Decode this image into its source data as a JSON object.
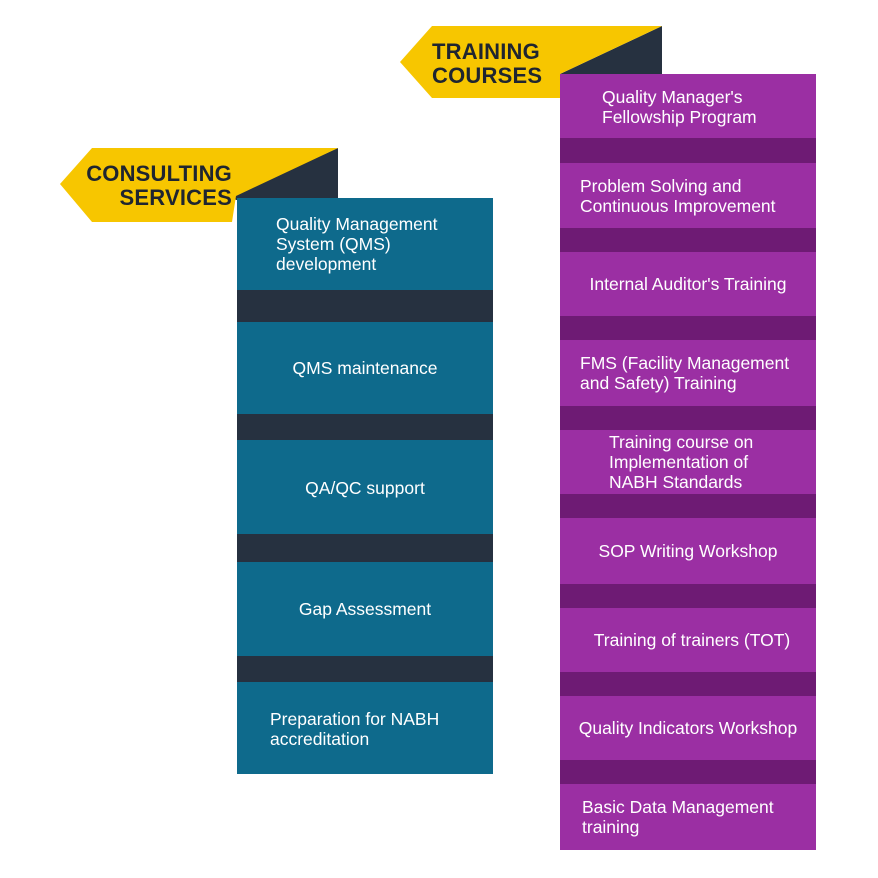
{
  "consulting": {
    "header": "CONSULTING\nSERVICES",
    "items": [
      "Quality Management\nSystem (QMS)\ndevelopment",
      "QMS maintenance",
      "QA/QC support",
      "Gap Assessment",
      "Preparation for NABH\naccreditation"
    ]
  },
  "training": {
    "header": "TRAINING\nCOURSES",
    "items": [
      "Quality Manager's\nFellowship Program",
      "Problem Solving and\nContinuous Improvement",
      "Internal Auditor's Training",
      "FMS (Facility Management\nand Safety) Training",
      "Training course on\nImplementation of\nNABH Standards",
      "SOP Writing Workshop",
      "Training of trainers (TOT)",
      "Quality Indicators Workshop",
      "Basic Data Management\ntraining"
    ]
  },
  "colors": {
    "yellow": "#f7c600",
    "dark": "#263140",
    "teal": "#0e6a8c",
    "teal_fold": "#263140",
    "purple": "#9b2fa3",
    "purple_fold": "#6e1b74"
  }
}
